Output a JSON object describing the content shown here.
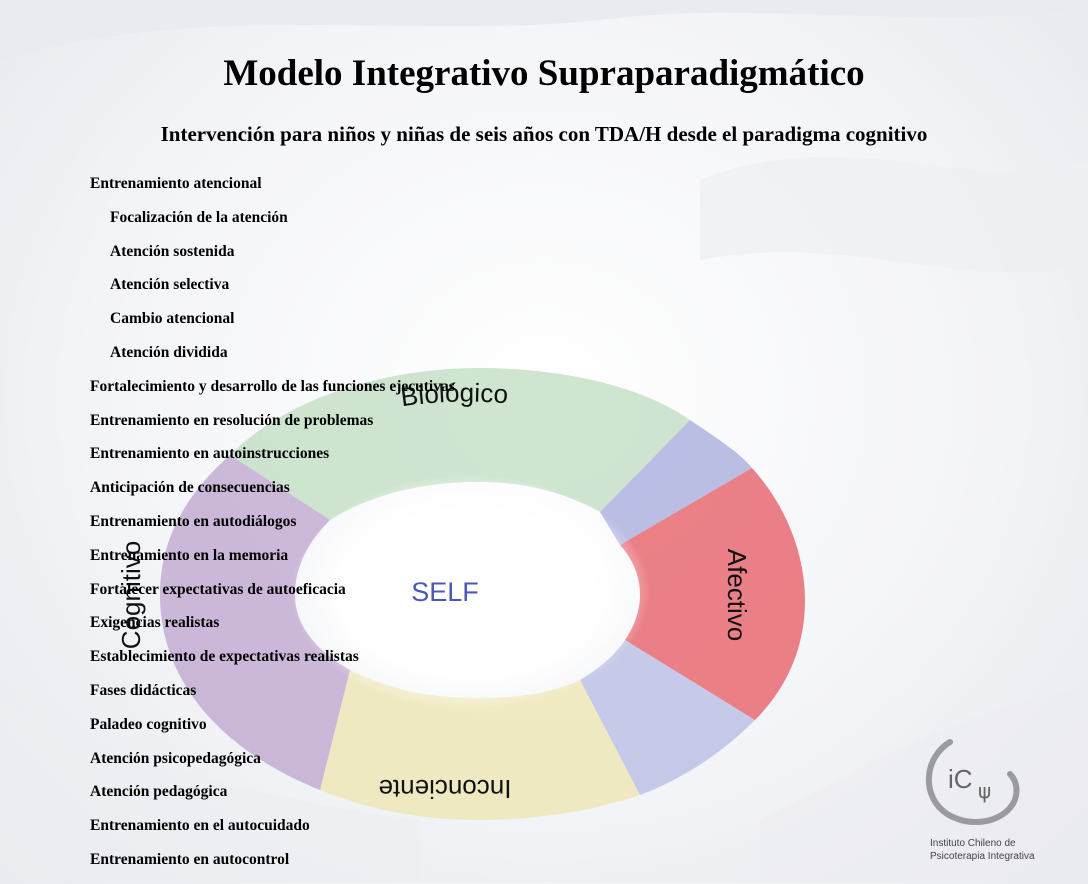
{
  "slide": {
    "title": "Modelo Integrativo Supraparadigmático",
    "subtitle": "Intervención para niños y niñas de seis años con TDA/H desde el paradigma cognitivo"
  },
  "diagram": {
    "center": "SELF",
    "segments": [
      {
        "label": "Biológico",
        "color": "#bfdcc0"
      },
      {
        "label": "Afectivo",
        "color": "#e86a72"
      },
      {
        "label": "Inconciente",
        "color": "#ede6b4"
      },
      {
        "label": "Cognitivo",
        "color": "#b99ccb"
      },
      {
        "label": "",
        "color": "#9fa4d8"
      }
    ]
  },
  "items": [
    {
      "text": "Entrenamiento atencional",
      "level": 0
    },
    {
      "text": "Focalización de la atención",
      "level": 1
    },
    {
      "text": "Atención sostenida",
      "level": 1
    },
    {
      "text": "Atención selectiva",
      "level": 1
    },
    {
      "text": "Cambio atencional",
      "level": 1
    },
    {
      "text": "Atención dividida",
      "level": 1
    },
    {
      "text": "Fortalecimiento y desarrollo de las funciones ejecutivas",
      "level": 0
    },
    {
      "text": "Entrenamiento en resolución de problemas",
      "level": 0
    },
    {
      "text": "Entrenamiento en autoinstrucciones",
      "level": 0
    },
    {
      "text": "Anticipación de consecuencias",
      "level": 0
    },
    {
      "text": "Entrenamiento en autodiálogos",
      "level": 0
    },
    {
      "text": "Entrenamiento en la memoria",
      "level": 0
    },
    {
      "text": "Fortalecer expectativas de autoeficacia",
      "level": 0
    },
    {
      "text": "Exigencias realistas",
      "level": 0
    },
    {
      "text": "Establecimiento de expectativas realistas",
      "level": 0
    },
    {
      "text": "Fases didácticas",
      "level": 0
    },
    {
      "text": "Paladeo cognitivo",
      "level": 0
    },
    {
      "text": "Atención psicopedagógica",
      "level": 0
    },
    {
      "text": "Atención pedagógica",
      "level": 0
    },
    {
      "text": "Entrenamiento en el autocuidado",
      "level": 0
    },
    {
      "text": "Entrenamiento en autocontrol",
      "level": 0
    }
  ],
  "logo": {
    "mark": "iC",
    "symbol": "ψ",
    "caption_line1": "Instituto Chileno de",
    "caption_line2": "Psicoterapia Integrativa"
  }
}
